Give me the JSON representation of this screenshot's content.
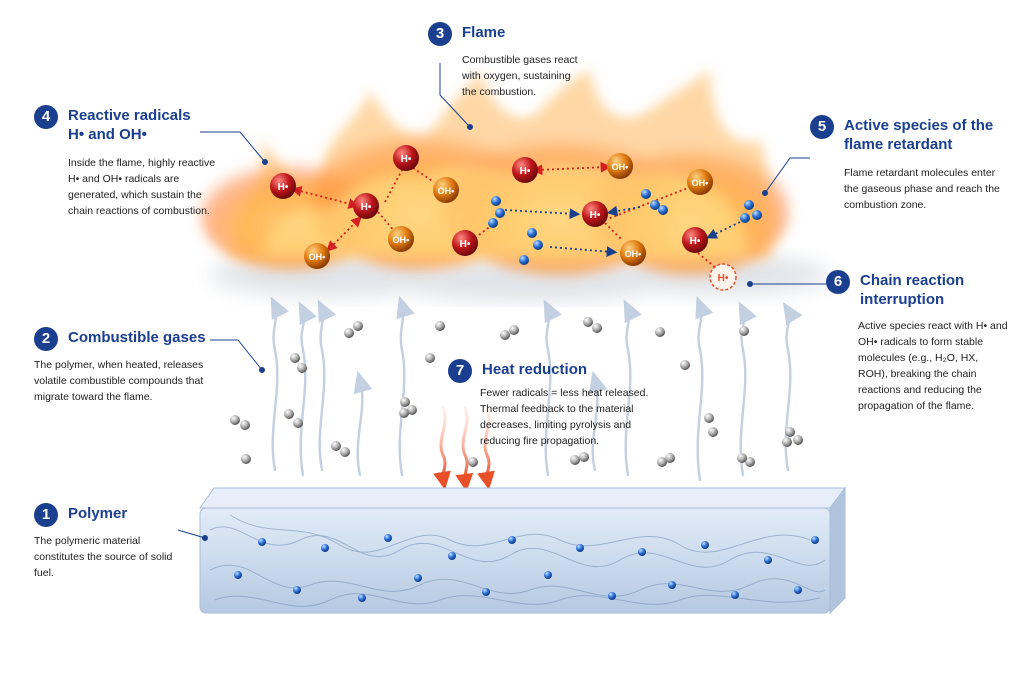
{
  "steps": [
    {
      "num": "1",
      "title": "Polymer",
      "desc": "The polymeric material constitutes the source of solid fuel."
    },
    {
      "num": "2",
      "title": "Combustible gases",
      "desc": "The polymer, when heated, releases volatile combustible compounds that migrate toward the flame."
    },
    {
      "num": "3",
      "title": "Flame",
      "desc": "Combustible gases react with oxygen, sustaining the combustion."
    },
    {
      "num": "4",
      "title": "Reactive radicals H• and OH•",
      "desc": "Inside the flame, highly reactive H• and OH• radicals are generated, which sustain the chain reactions of combustion."
    },
    {
      "num": "5",
      "title": "Active species of the flame retardant",
      "desc": "Flame retardant molecules enter the gaseous phase and reach the combustion zone."
    },
    {
      "num": "6",
      "title": "Chain reaction interruption",
      "desc": "Active species react with H• and OH• radicals to form stable molecules (e.g., H₂O, HX, ROH), breaking the chain reactions and reducing the propagation of the flame."
    },
    {
      "num": "7",
      "title": "Heat reduction",
      "desc": "Fewer radicals = less heat released. Thermal feedback to the material decreases, limiting pyrolysis and reducing fire propagation."
    }
  ],
  "radicals": {
    "h": "H•",
    "oh": "OH•",
    "interrupted": "H•"
  },
  "colors": {
    "accent": "#1a3f8f",
    "h_radical": "#c0161b",
    "oh_radical": "#e07a10",
    "retardant": "#2a6fd6",
    "heat_arrow": "#e8502a",
    "polymer": "#c9d9ec"
  }
}
